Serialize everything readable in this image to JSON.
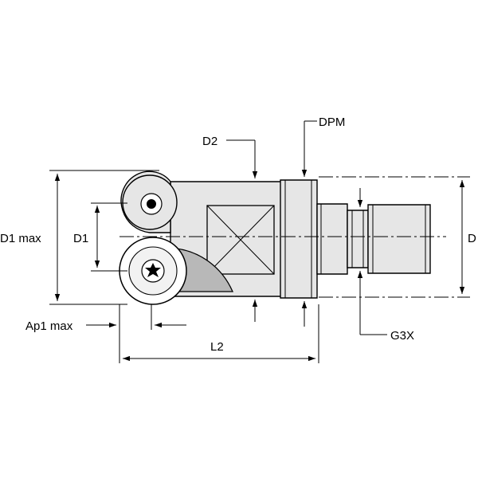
{
  "labels": {
    "d1max": "D1 max",
    "d1": "D1",
    "d2": "D2",
    "dpm": "DPM",
    "d": "D",
    "g3x": "G3X",
    "ap1max": "Ap1 max",
    "l2": "L2"
  },
  "colors": {
    "line": "#000000",
    "body_fill": "#e6e6e6",
    "pocket_fill": "#b8b8b8",
    "background": "#ffffff"
  }
}
